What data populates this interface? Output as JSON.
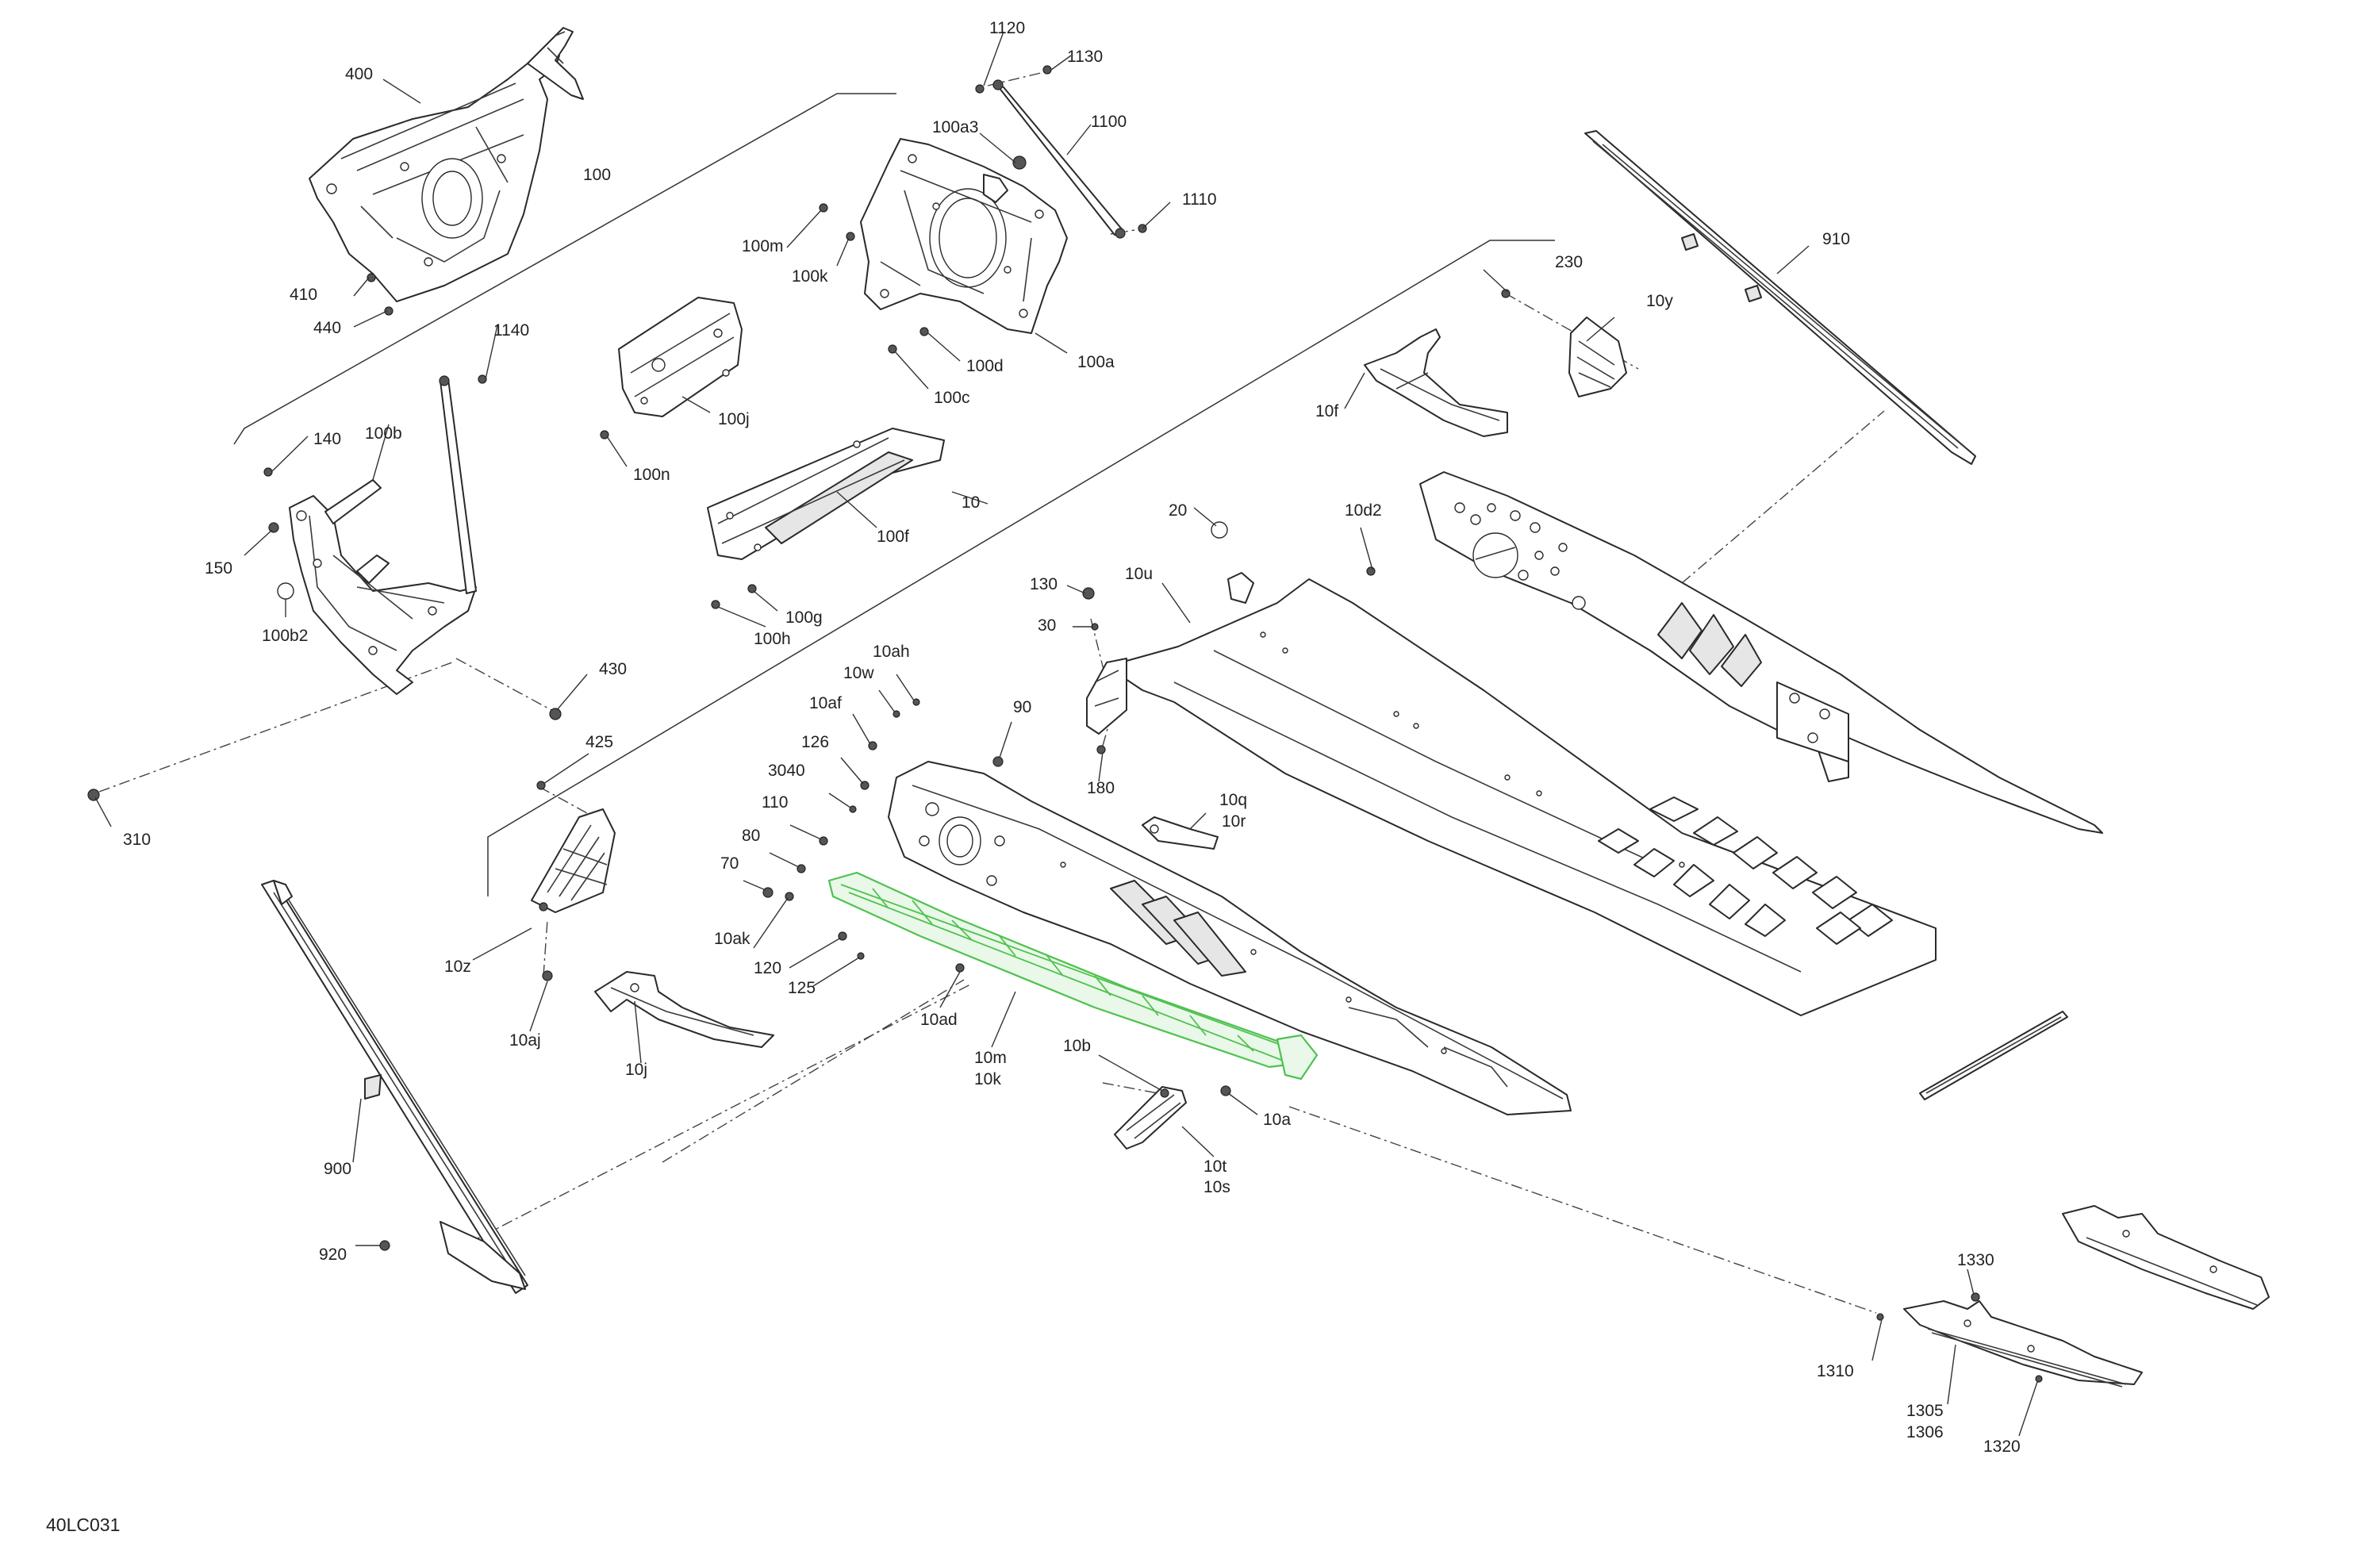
{
  "diagram": {
    "reference_code": "40LC031",
    "highlight_color": "#4fc24f",
    "line_color": "#2a2a2a",
    "callouts": [
      {
        "id": "400",
        "text": "400"
      },
      {
        "id": "100",
        "text": "100"
      },
      {
        "id": "410",
        "text": "410"
      },
      {
        "id": "440",
        "text": "440"
      },
      {
        "id": "1120",
        "text": "1120"
      },
      {
        "id": "1130",
        "text": "1130"
      },
      {
        "id": "1100",
        "text": "1100"
      },
      {
        "id": "100a3",
        "text": "100a3"
      },
      {
        "id": "1110",
        "text": "1110"
      },
      {
        "id": "100m",
        "text": "100m"
      },
      {
        "id": "100k",
        "text": "100k"
      },
      {
        "id": "100d",
        "text": "100d"
      },
      {
        "id": "100a",
        "text": "100a"
      },
      {
        "id": "100c",
        "text": "100c"
      },
      {
        "id": "100j",
        "text": "100j"
      },
      {
        "id": "100n",
        "text": "100n"
      },
      {
        "id": "1140",
        "text": "1140"
      },
      {
        "id": "140",
        "text": "140"
      },
      {
        "id": "100b",
        "text": "100b"
      },
      {
        "id": "150",
        "text": "150"
      },
      {
        "id": "100b2",
        "text": "100b2"
      },
      {
        "id": "430",
        "text": "430"
      },
      {
        "id": "310",
        "text": "310"
      },
      {
        "id": "100f",
        "text": "100f"
      },
      {
        "id": "100g",
        "text": "100g"
      },
      {
        "id": "100h",
        "text": "100h"
      },
      {
        "id": "10",
        "text": "10"
      },
      {
        "id": "230",
        "text": "230"
      },
      {
        "id": "10y",
        "text": "10y"
      },
      {
        "id": "910",
        "text": "910"
      },
      {
        "id": "10f",
        "text": "10f"
      },
      {
        "id": "20",
        "text": "20"
      },
      {
        "id": "10d2",
        "text": "10d2"
      },
      {
        "id": "130",
        "text": "130"
      },
      {
        "id": "10u",
        "text": "10u"
      },
      {
        "id": "30",
        "text": "30"
      },
      {
        "id": "10ah",
        "text": "10ah"
      },
      {
        "id": "10w",
        "text": "10w"
      },
      {
        "id": "10af",
        "text": "10af"
      },
      {
        "id": "90",
        "text": "90"
      },
      {
        "id": "126",
        "text": "126"
      },
      {
        "id": "180",
        "text": "180"
      },
      {
        "id": "3040",
        "text": "3040"
      },
      {
        "id": "425",
        "text": "425"
      },
      {
        "id": "110",
        "text": "110"
      },
      {
        "id": "80",
        "text": "80"
      },
      {
        "id": "70",
        "text": "70"
      },
      {
        "id": "10ak",
        "text": "10ak"
      },
      {
        "id": "120",
        "text": "120"
      },
      {
        "id": "125",
        "text": "125"
      },
      {
        "id": "10q",
        "text": "10q"
      },
      {
        "id": "10r",
        "text": "10r"
      },
      {
        "id": "10z",
        "text": "10z"
      },
      {
        "id": "10aj",
        "text": "10aj"
      },
      {
        "id": "10j",
        "text": "10j"
      },
      {
        "id": "10ad",
        "text": "10ad"
      },
      {
        "id": "10m",
        "text": "10m"
      },
      {
        "id": "10k",
        "text": "10k"
      },
      {
        "id": "10b",
        "text": "10b"
      },
      {
        "id": "10a",
        "text": "10a"
      },
      {
        "id": "10t",
        "text": "10t"
      },
      {
        "id": "10s",
        "text": "10s"
      },
      {
        "id": "900",
        "text": "900"
      },
      {
        "id": "920",
        "text": "920"
      },
      {
        "id": "1330",
        "text": "1330"
      },
      {
        "id": "1310",
        "text": "1310"
      },
      {
        "id": "1305",
        "text": "1305"
      },
      {
        "id": "1306",
        "text": "1306"
      },
      {
        "id": "1320",
        "text": "1320"
      }
    ]
  }
}
